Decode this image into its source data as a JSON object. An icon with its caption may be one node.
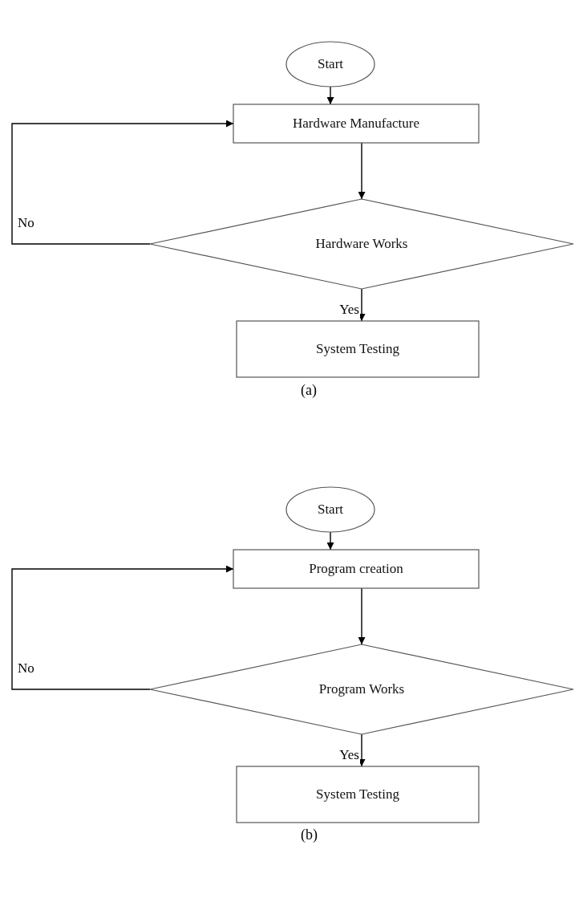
{
  "diagram": {
    "nodes": [
      {
        "text": [
          "Start"
        ]
      },
      {
        "text": [
          "Hardware Manufacture"
        ]
      },
      {
        "text": [
          "Hardware Works"
        ]
      },
      {
        "text": [
          "System Testing"
        ]
      },
      {
        "text": [
          "Start"
        ]
      },
      {
        "text": [
          "Program creation"
        ]
      },
      {
        "text": [
          "Program Works"
        ]
      },
      {
        "text": [
          "System Testing"
        ]
      }
    ],
    "edges": [
      {
        "from": 0,
        "to": 1,
        "arrow": "to"
      },
      {
        "from": 1,
        "to": 2,
        "arrow": "to"
      },
      {
        "from": 2,
        "to": 1,
        "arrow": "to",
        "label": "No"
      },
      {
        "from": 2,
        "to": 3,
        "arrow": "to",
        "label": "Yes"
      },
      {
        "from": 4,
        "to": 5,
        "arrow": "to"
      },
      {
        "from": 5,
        "to": 6,
        "arrow": "to"
      },
      {
        "from": 6,
        "to": 5,
        "arrow": "to",
        "label": "No"
      },
      {
        "from": 6,
        "to": 7,
        "arrow": "to",
        "label": "Yes"
      }
    ],
    "labels": [
      "(a)",
      "(b)"
    ]
  }
}
